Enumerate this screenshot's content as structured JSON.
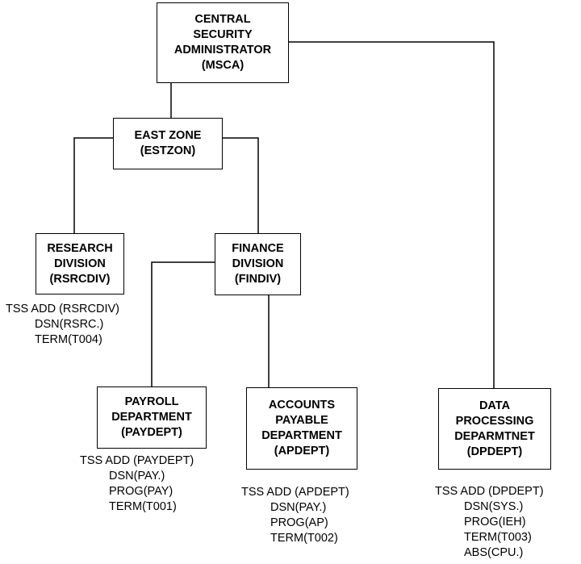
{
  "nodes": {
    "msca": {
      "lines": [
        "CENTRAL",
        "SECURITY",
        "ADMINISTRATOR",
        "(MSCA)"
      ]
    },
    "estzon": {
      "lines": [
        "EAST ZONE",
        "(ESTZON)"
      ]
    },
    "rsrcdiv": {
      "lines": [
        "RESEARCH",
        "DIVISION",
        "(RSRCDIV)"
      ]
    },
    "findiv": {
      "lines": [
        "FINANCE",
        "DIVISION",
        "(FINDIV)"
      ]
    },
    "paydept": {
      "lines": [
        "PAYROLL",
        "DEPARTMENT",
        "(PAYDEPT)"
      ]
    },
    "apdept": {
      "lines": [
        "ACCOUNTS",
        "PAYABLE",
        "DEPARTMENT",
        "(APDEPT)"
      ]
    },
    "dpdept": {
      "lines": [
        "DATA",
        "PROCESSING",
        "DEPARMTNET",
        "(DPDEPT)"
      ]
    }
  },
  "commands": {
    "rsrcdiv": [
      "TSS ADD (RSRCDIV)",
      "DSN(RSRC.)",
      "TERM(T004)"
    ],
    "paydept": [
      "TSS ADD (PAYDEPT)",
      "DSN(PAY.)",
      "PROG(PAY)",
      "TERM(T001)"
    ],
    "apdept": [
      "TSS ADD (APDEPT)",
      "DSN(PAY.)",
      "PROG(AP)",
      "TERM(T002)"
    ],
    "dpdept": [
      "TSS ADD (DPDEPT)",
      "DSN(SYS.)",
      "PROG(IEH)",
      "TERM(T003)",
      "ABS(CPU.)"
    ]
  }
}
